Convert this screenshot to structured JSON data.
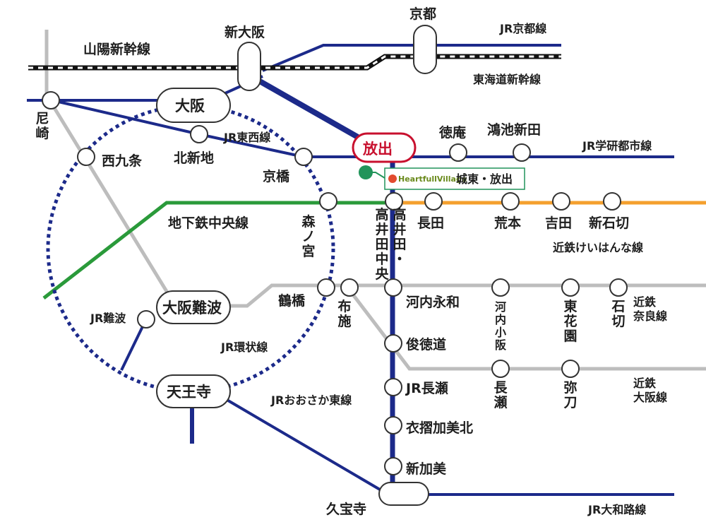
{
  "colors": {
    "jr_line": "#1c2a8a",
    "gray_line": "#bdbdbd",
    "green_line": "#2a9a3a",
    "orange_line": "#f4a02e",
    "loop_dotted": "#1c2a8a",
    "hanaten_red": "#c8102e",
    "marker_green": "#21945a",
    "shinkansen_black": "#111111"
  },
  "lines": {
    "sanyo_shinkansen": "山陽新幹線",
    "jr_kyoto": "JR京都線",
    "tokaido_shinkansen": "東海道新幹線",
    "jr_tozai": "JR東西線",
    "jr_gakkentoshi": "JR学研都市線",
    "chikatetsu_chuo": "地下鉄中央線",
    "kintetsu_keihanna": "近鉄けいはんな線",
    "kintetsu_nara": "近鉄\n奈良線",
    "jr_kanjo": "JR環状線",
    "jr_osaka_higashi": "JRおおさか東線",
    "kintetsu_osaka": "近鉄\n大阪線",
    "jr_yamatoji": "JR大和路線"
  },
  "stations": {
    "shin_osaka": "新大阪",
    "kyoto": "京都",
    "osaka": "大阪",
    "amagasaki": "尼崎",
    "nishikujo": "西九条",
    "kitashinchi": "北新地",
    "kyobashi": "京橋",
    "hanaten": "放出",
    "tokuan": "徳庵",
    "konoike_shinden": "鴻池新田",
    "morinomiya": "森ノ宮",
    "takaida_chuo": "高井田中央",
    "takaida": "高井田・",
    "nagata": "長田",
    "aramoto": "荒本",
    "yoshida": "吉田",
    "shin_ishikiri": "新石切",
    "tsuruhashi": "鶴橋",
    "fuse": "布施",
    "kawachi_eiwa": "河内永和",
    "kawachi_kosaka": "河内小阪",
    "higashi_hanazono": "東花園",
    "ishikiri": "石切",
    "osaka_namba": "大阪難波",
    "jr_namba": "JR難波",
    "shuntokumichi": "俊徳道",
    "jr_nagase": "JR長瀬",
    "nagase": "長瀬",
    "mito": "弥刀",
    "tennoji": "天王寺",
    "kizuri_kamikita": "衣摺加美北",
    "shin_kami": "新加美",
    "kyuhoji": "久宝寺"
  },
  "marker": {
    "brand": "HeartfullVillage",
    "name": "城東・放出"
  }
}
